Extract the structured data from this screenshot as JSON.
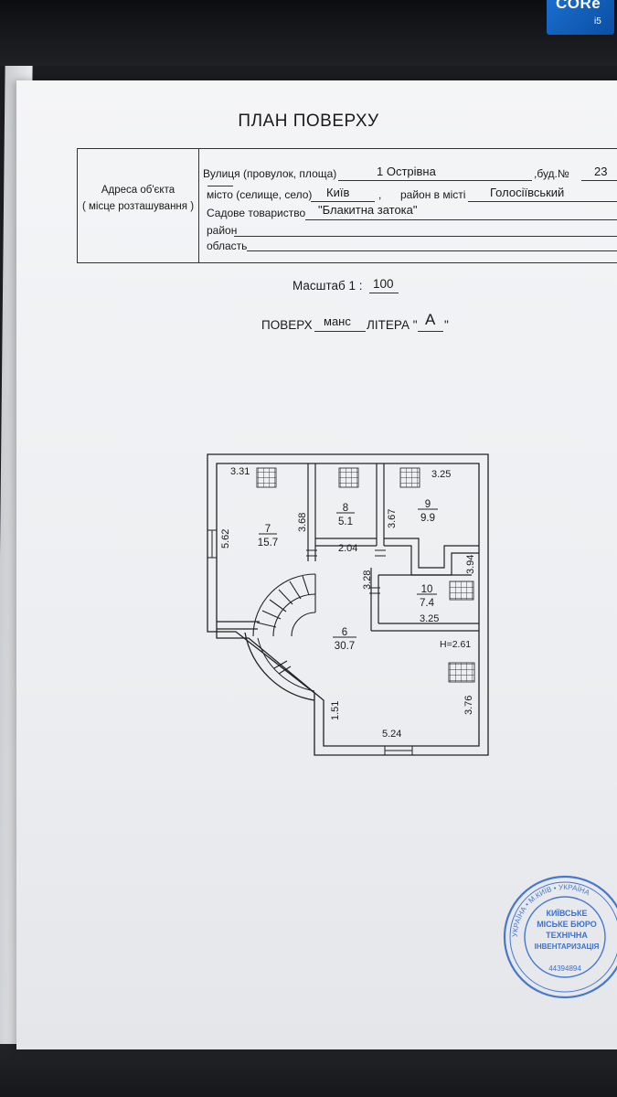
{
  "document": {
    "title": "ПЛАН ПОВЕРХУ",
    "address_label_line1": "Адреса об'єкта",
    "address_label_line2": "( місце розташування )",
    "street_label": "Вулиця (провулок, площа)",
    "street_value": "1 Острівна",
    "building_label": ",буд.№",
    "building_value": "23",
    "city_label": "місто (селище, село)",
    "city_value": "Київ",
    "district_label": "район в місті",
    "district_value": "Голосіївський",
    "garden_label": "Садове товариство",
    "garden_value": "\"Блакитна затока\"",
    "raion_label": "район",
    "oblast_label": "область",
    "scale_label": "Масштаб  1 :",
    "scale_value": "100",
    "floor_label": "ПОВЕРХ",
    "floor_value": "манс",
    "litera_label": "ЛІТЕРА \"",
    "litera_value": "А",
    "litera_close": "\""
  },
  "floor_plan": {
    "dimensions": {
      "top_left_width": "3.31",
      "top_right_width": "3.25",
      "left_height": "5.62",
      "room7_right": "3.68",
      "room9_left": "3.67",
      "corridor": "2.04",
      "right_height": "3.94",
      "room10_left": "3.28",
      "room10_bottom": "3.25",
      "ceiling": "H=2.61",
      "bottom_left": "1.51",
      "bottom_width": "5.24",
      "bottom_right": "3.76"
    },
    "rooms": [
      {
        "number": "7",
        "area": "15.7"
      },
      {
        "number": "8",
        "area": "5.1"
      },
      {
        "number": "9",
        "area": "9.9"
      },
      {
        "number": "10",
        "area": "7.4"
      },
      {
        "number": "6",
        "area": "30.7"
      }
    ]
  },
  "stamp": {
    "line1": "КИЇВСЬКЕ",
    "line2": "МІСЬКЕ БЮРО",
    "line3": "ТЕХНІЧНА",
    "line4": "ІНВЕНТАРИЗАЦІЯ",
    "code": "44394894",
    "ring_text": "УКРАЇНА • М.КИЇВ • УКРАЇНА"
  },
  "laptop_badge": {
    "brand": "CORe",
    "model": "i5"
  },
  "colors": {
    "paper": "#f0f1f3",
    "ink": "#1a1a1a",
    "stamp": "#2a64c9"
  }
}
